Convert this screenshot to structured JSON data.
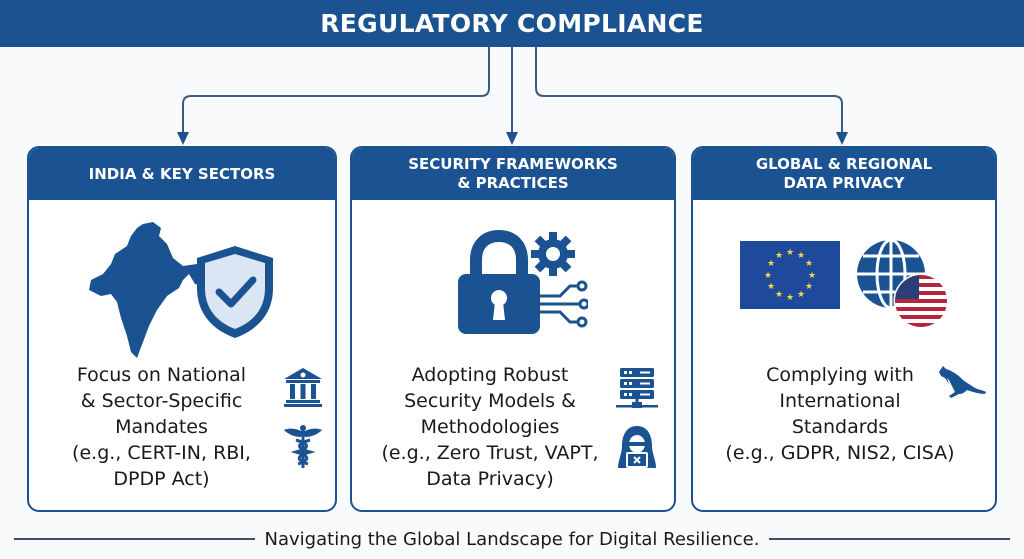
{
  "header": {
    "title": "REGULATORY COMPLIANCE"
  },
  "colors": {
    "primary": "#1b5292",
    "shield_fill": "#dbe6f4",
    "eu_blue": "#1f4a9c",
    "eu_star": "#f2d64b",
    "us_red": "#b5263a",
    "connector": "#3a5a7e"
  },
  "cards": [
    {
      "title": "INDIA & KEY SECTORS",
      "text": "Focus on National\n& Sector-Specific\nMandates\n(e.g., CERT-IN, RBI,\nDPDP Act)",
      "icons": [
        "india-map-icon",
        "shield-check-icon",
        "government-building-icon",
        "caduceus-icon"
      ]
    },
    {
      "title": "SECURITY FRAMEWORKS\n& PRACTICES",
      "text": "Adopting Robust\nSecurity Models &\nMethodologies\n(e.g., Zero Trust, VAPT,\nData Privacy)",
      "icons": [
        "padlock-icon",
        "gear-icon",
        "circuit-icon",
        "server-icon",
        "hacker-icon"
      ]
    },
    {
      "title": "GLOBAL & REGIONAL\nDATA PRIVACY",
      "text": "Complying with\nInternational\nStandards\n(e.g., GDPR, NIS2, CISA)",
      "icons": [
        "eu-flag-icon",
        "globe-icon",
        "us-flag-icon",
        "kangaroo-icon"
      ]
    }
  ],
  "footer": {
    "tagline": "Navigating the Global Landscape for Digital Resilience."
  }
}
